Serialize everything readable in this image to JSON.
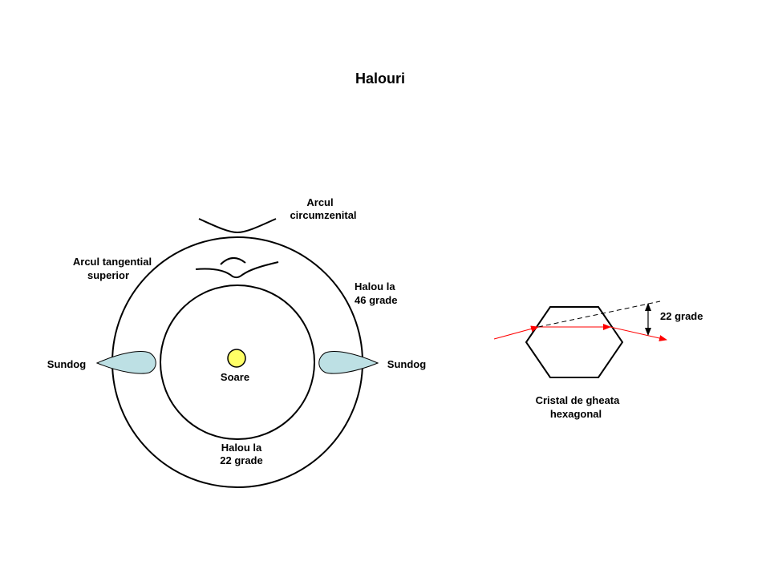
{
  "title": "Halouri",
  "colors": {
    "sun": "#ffff66",
    "sundog": "#bde0e4",
    "ray": "#ff0000",
    "line": "#000000"
  },
  "labels": {
    "circumzenithal": [
      "Arcul",
      "circumzenital"
    ],
    "tangent_arc": [
      "Arcul tangential",
      "superior"
    ],
    "halo46": [
      "Halou la",
      "46 grade"
    ],
    "sundog_left": "Sundog",
    "sundog_right": "Sundog",
    "sun": "Soare",
    "halo22": [
      "Halou la",
      "22 grade"
    ],
    "angle": "22 grade",
    "crystal": [
      "Cristal de gheata",
      "hexagonal"
    ]
  }
}
